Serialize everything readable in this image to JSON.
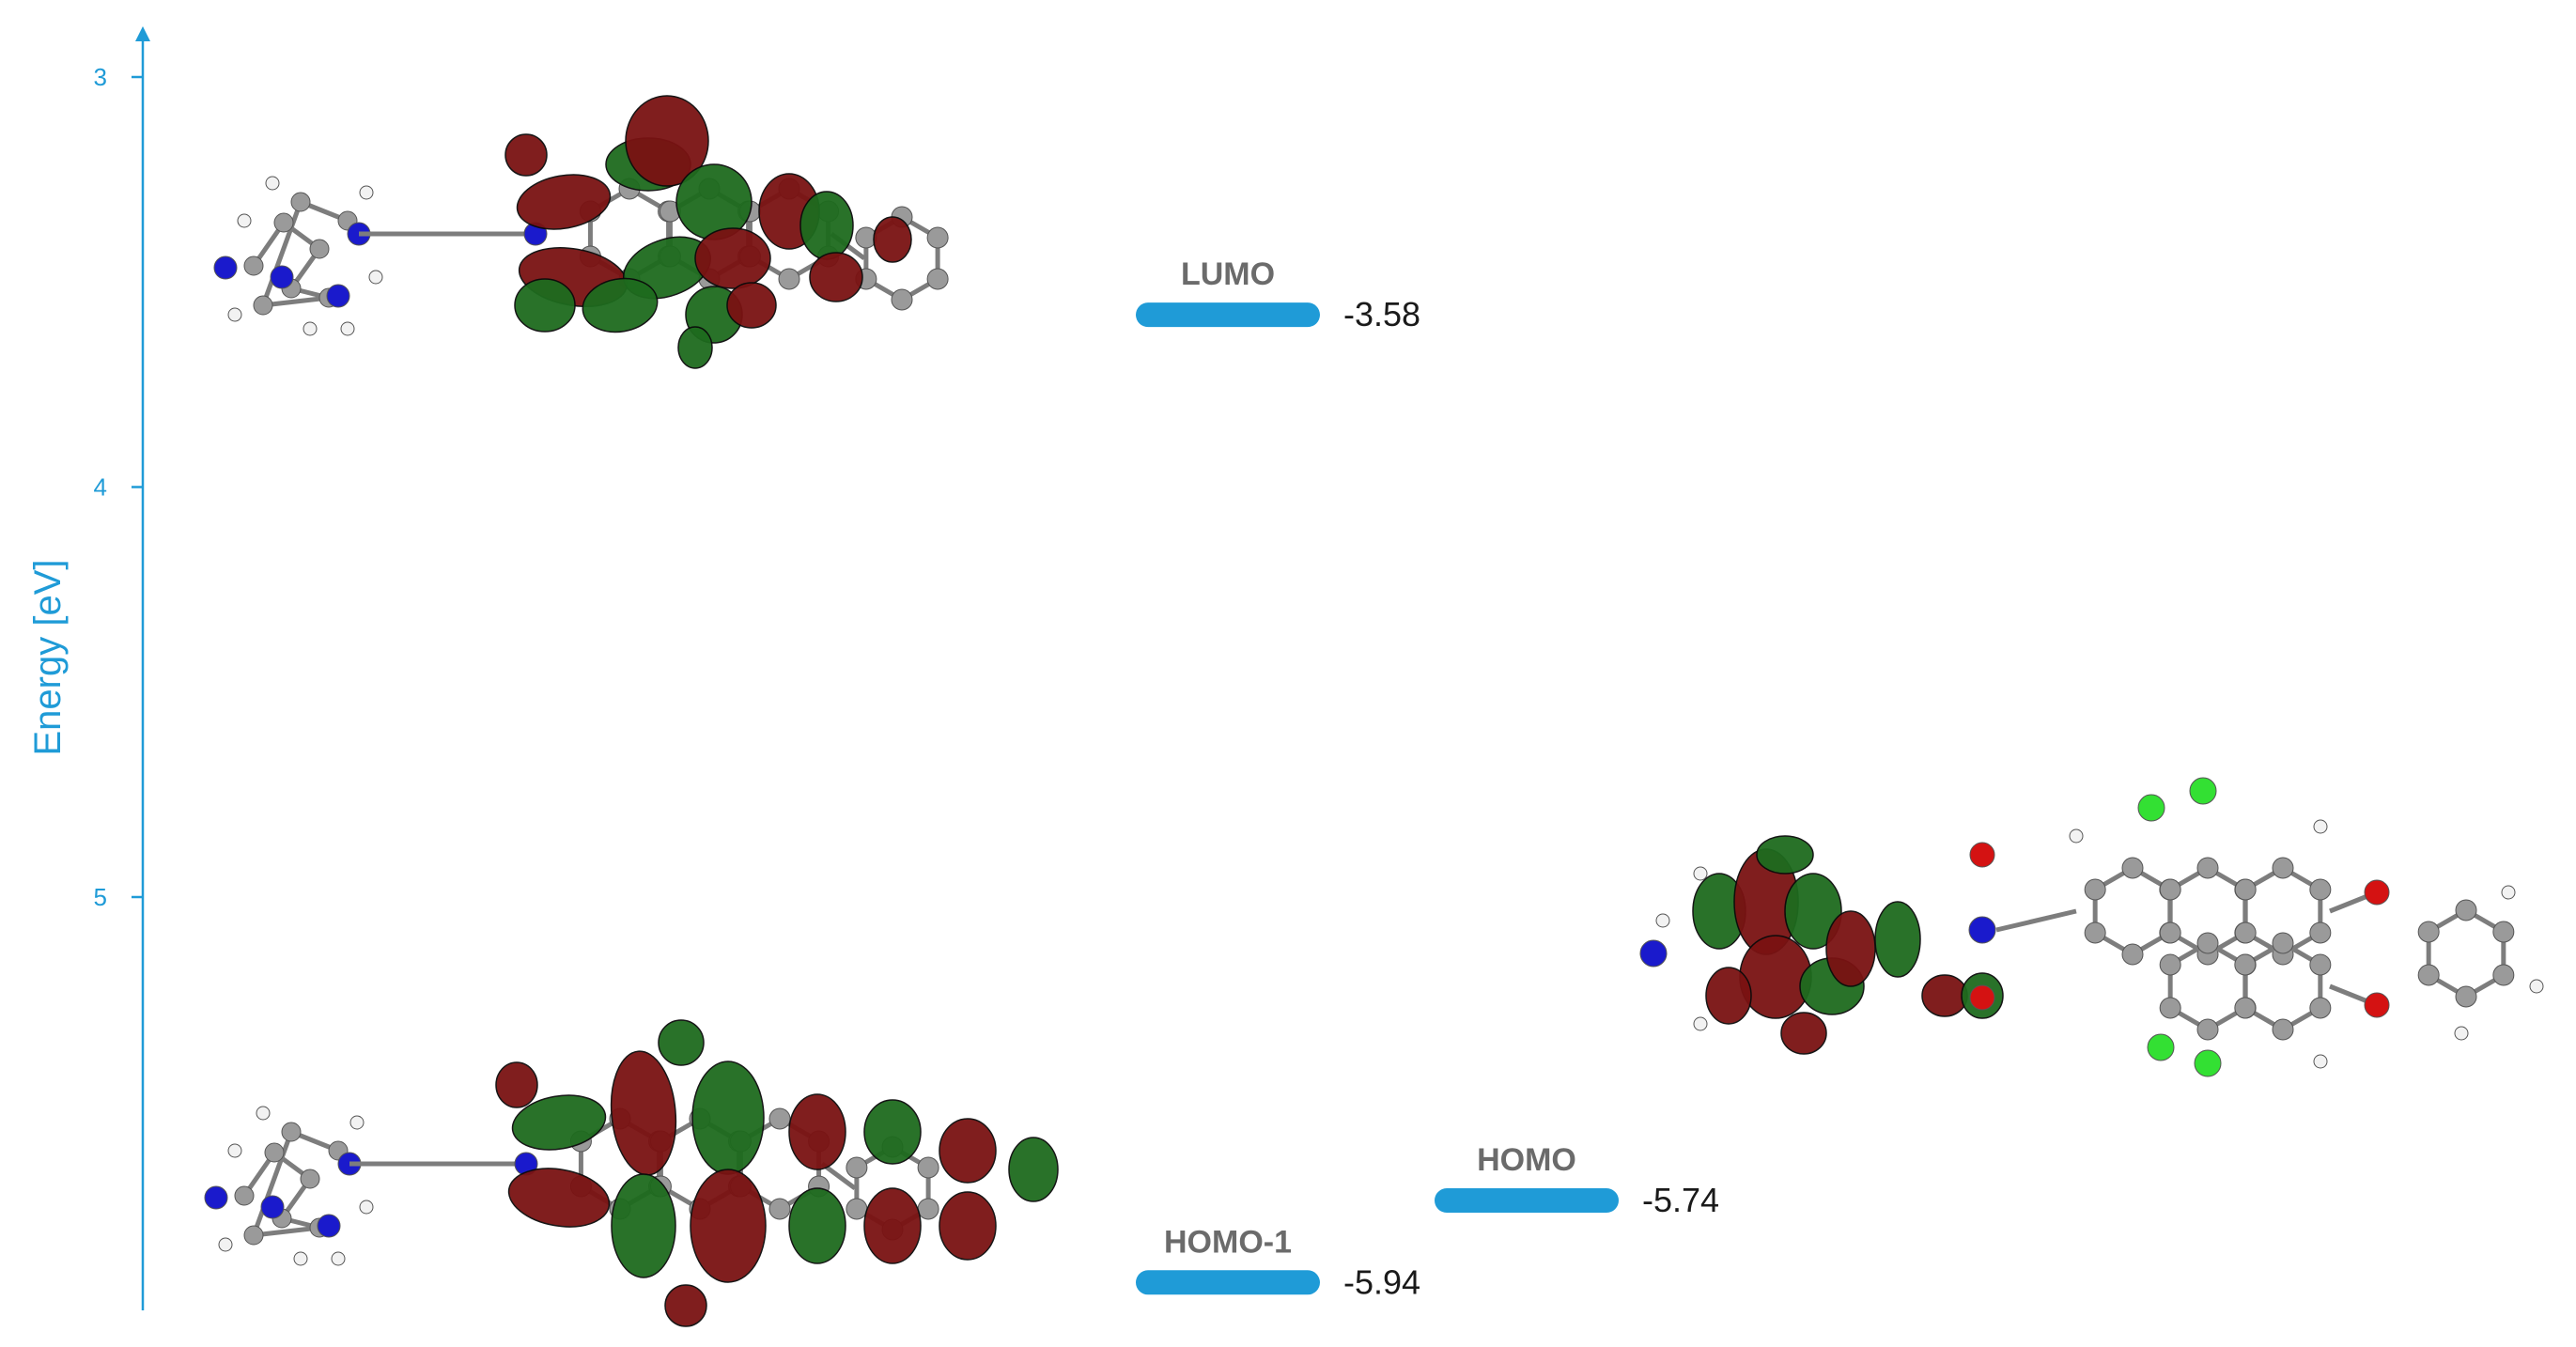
{
  "colors": {
    "axis": "#1f9bd7",
    "level_bar": "#1f9bd7",
    "level_label": "#6b6b6b",
    "value_text": "#1a1a1a",
    "orbital_red": "#7a1212",
    "orbital_green": "#1e6b1e",
    "carbon": "#9a9a9a",
    "hydrogen": "#f2f2f2",
    "nitrogen": "#1a1acc",
    "oxygen": "#d41212",
    "chlorine": "#33e033",
    "boron": "#f08a6e"
  },
  "chart_data": {
    "type": "energy-level diagram",
    "ylabel": "Energy [eV]",
    "y_ticks": [
      "3",
      "4",
      "5"
    ],
    "levels": [
      {
        "name": "LUMO",
        "value": -3.58,
        "value_label": "-3.58",
        "column": 0
      },
      {
        "name": "HOMO",
        "value": -5.74,
        "value_label": "-5.74",
        "column": 1
      },
      {
        "name": "HOMO-1",
        "value": -5.94,
        "value_label": "-5.94",
        "column": 0
      }
    ],
    "orbital_images": [
      {
        "for": "LUMO",
        "icon": "molecular-orbital-render"
      },
      {
        "for": "HOMO",
        "icon": "molecular-orbital-render"
      },
      {
        "for": "HOMO-1",
        "icon": "molecular-orbital-render"
      }
    ]
  }
}
